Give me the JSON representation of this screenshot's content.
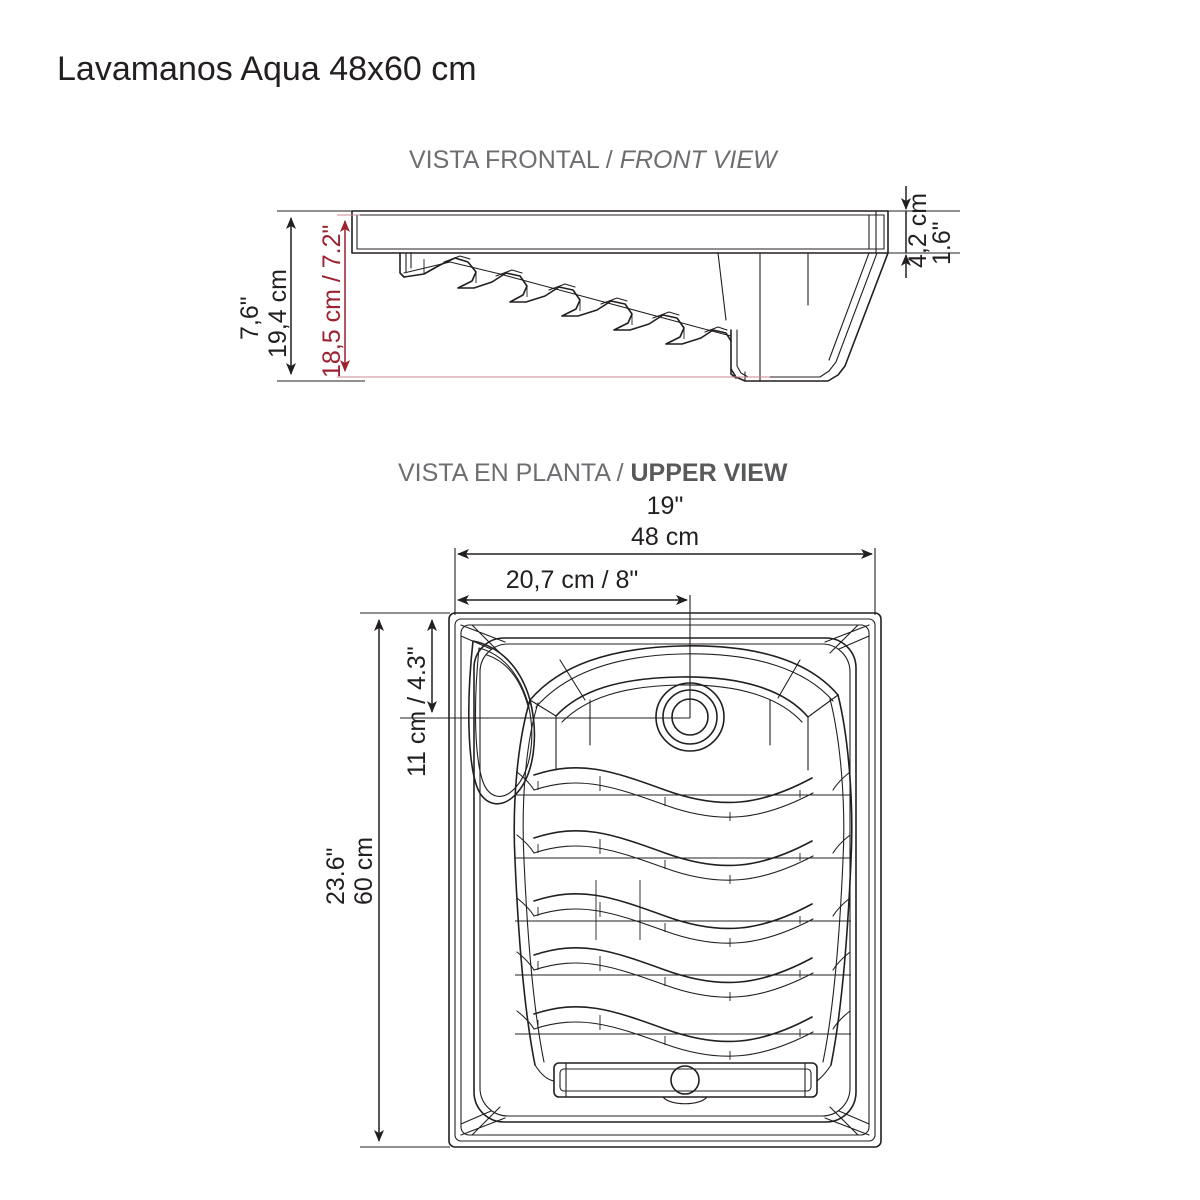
{
  "document": {
    "title": "Lavamanos Aqua 48x60 cm",
    "background_color": "#ffffff",
    "line_color": "#231f20",
    "accent_red": "#9c2230",
    "label_gray": "#6d6e71"
  },
  "front_view": {
    "label_primary": "VISTA FRONTAL",
    "label_separator": " / ",
    "label_secondary": "FRONT VIEW",
    "dimensions": {
      "overall_height_inch": "7,6\"",
      "overall_height_cm": "19,4 cm",
      "basin_depth": "18,5 cm / 7.2\"",
      "rim_thickness_cm": "4,2 cm",
      "rim_thickness_inch": "1.6\""
    }
  },
  "upper_view": {
    "label_primary": "VISTA EN PLANTA",
    "label_separator": " / ",
    "label_secondary": "UPPER VIEW",
    "dimensions": {
      "width_inch": "19\"",
      "width_cm": "48 cm",
      "drain_offset": "20,7 cm / 8\"",
      "drain_from_top": "11 cm / 4.3\"",
      "length_inch": "23.6\"",
      "length_cm": "60 cm"
    }
  },
  "icons": {
    "drain": "drain-circle-icon",
    "overflow": "overflow-hole-icon",
    "soap_ledge": "soap-ledge-icon"
  }
}
